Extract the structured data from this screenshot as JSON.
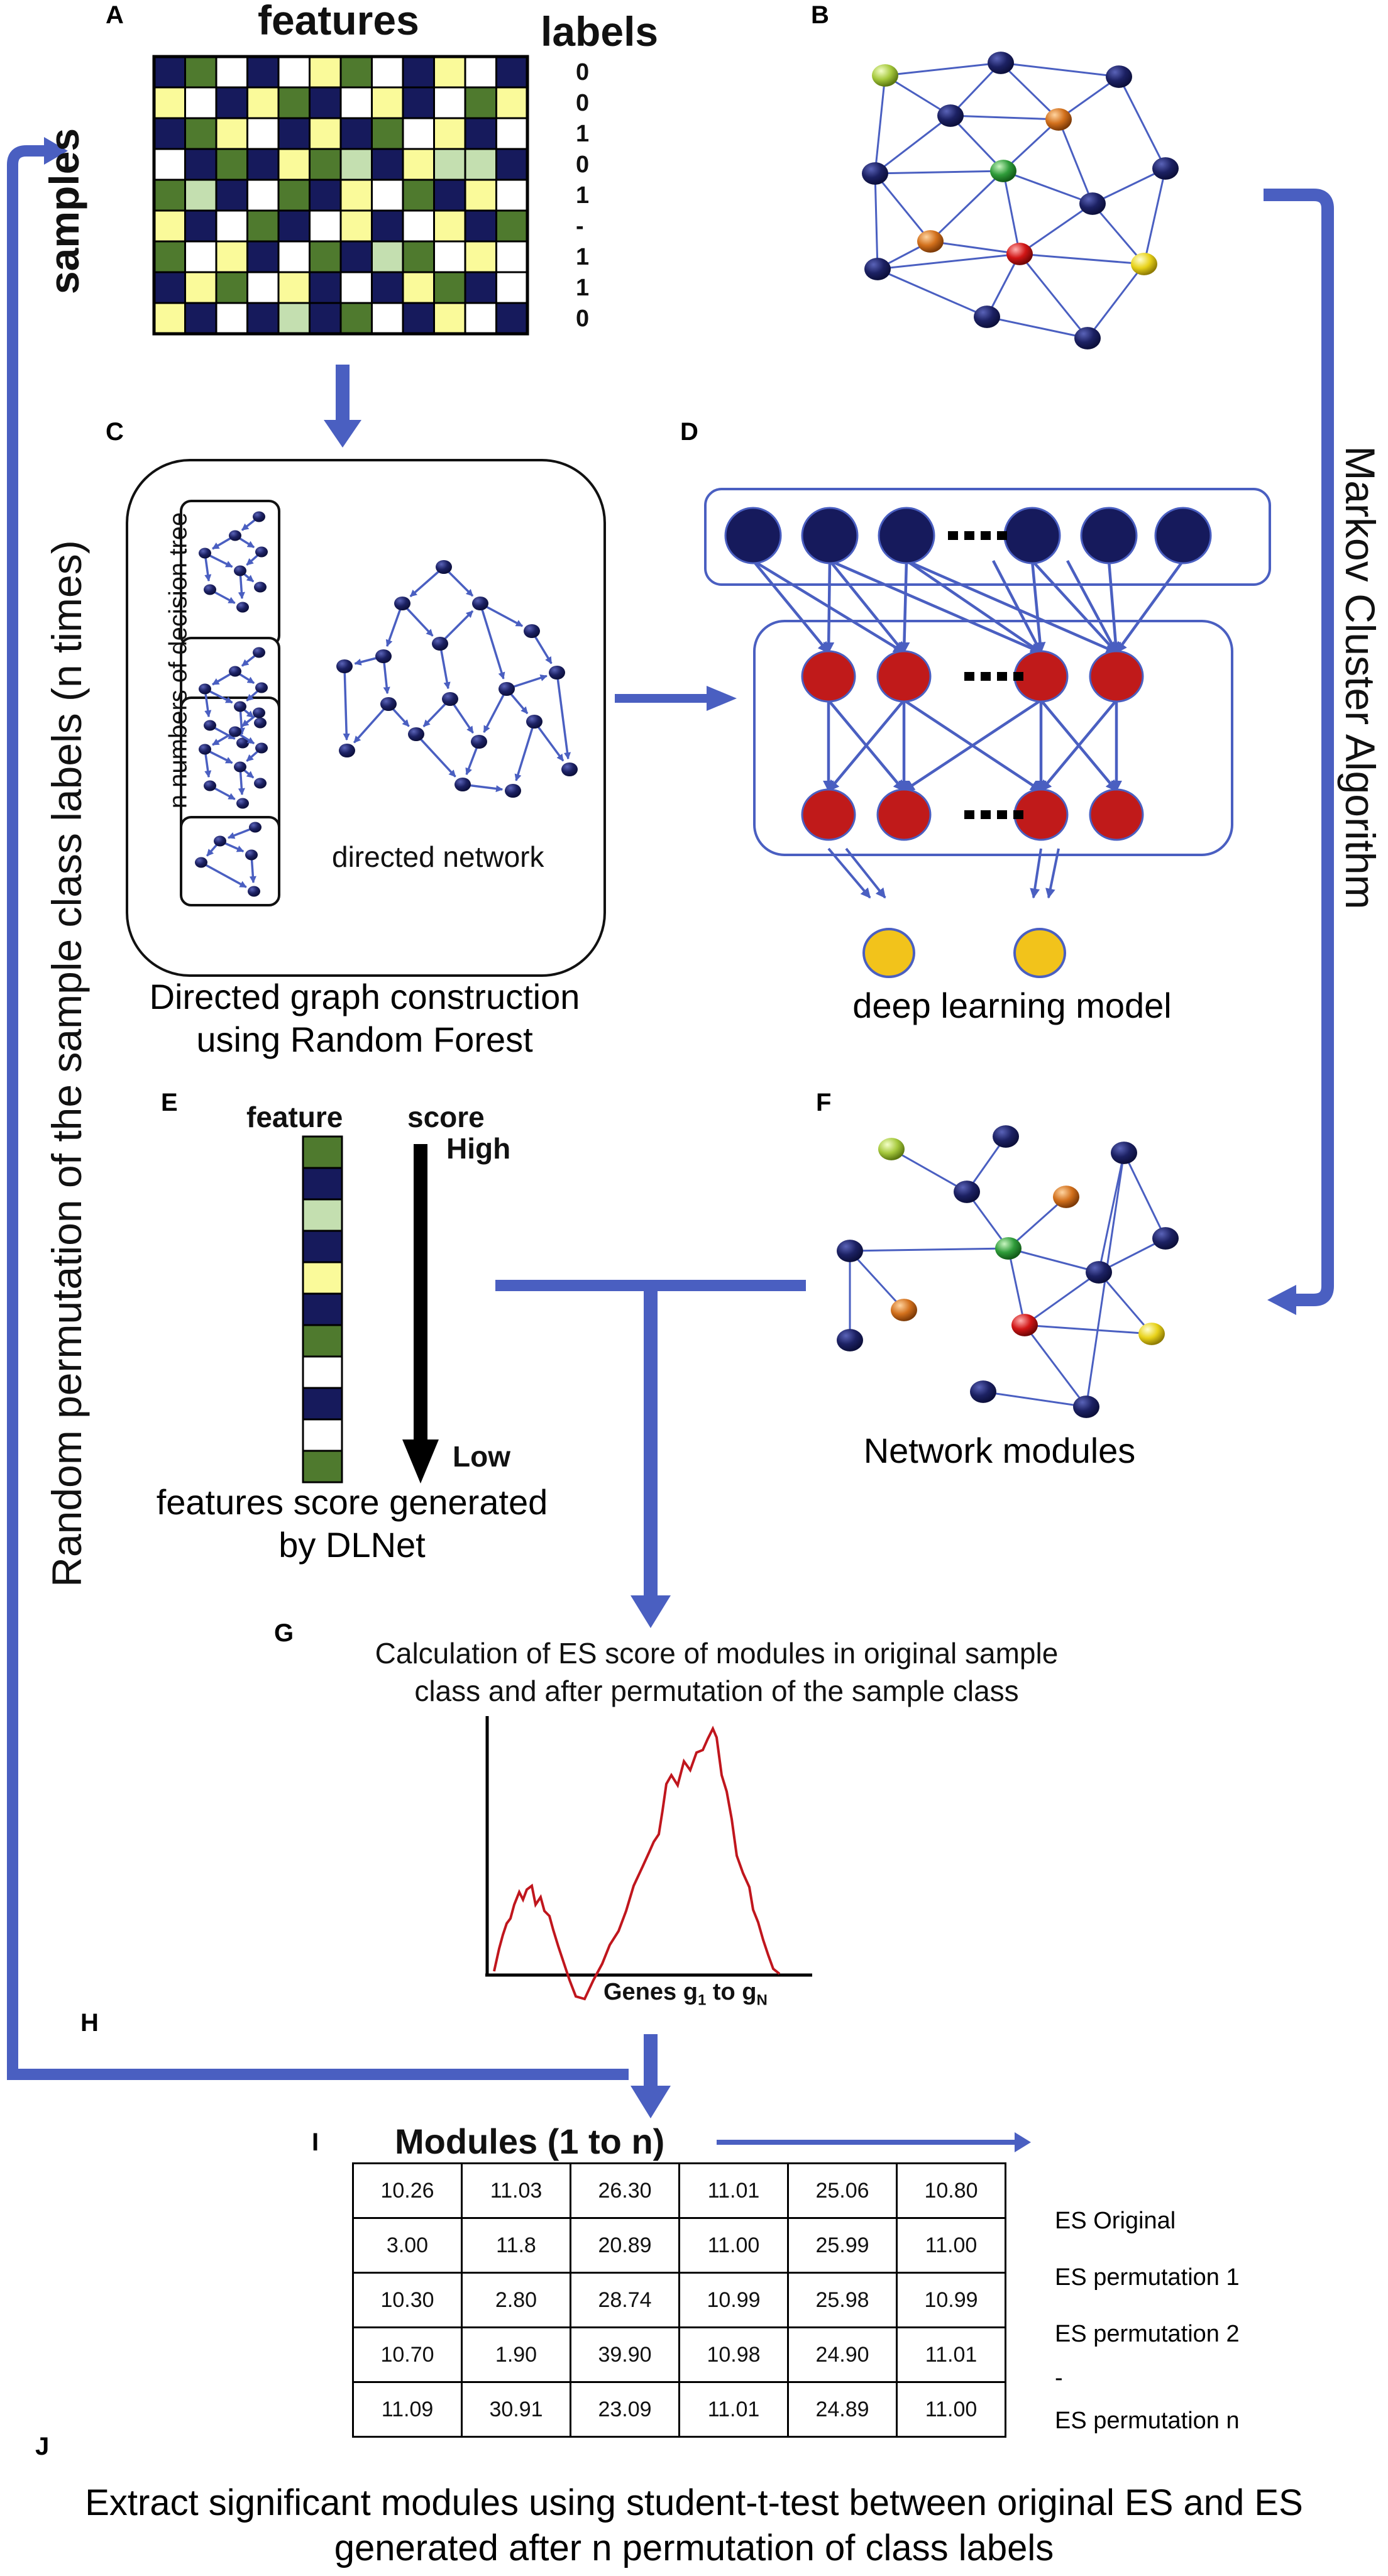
{
  "panels": {
    "a": "A",
    "b": "B",
    "c": "C",
    "d": "D",
    "e": "E",
    "f": "F",
    "g": "G",
    "h": "H",
    "i": "I",
    "j": "J"
  },
  "matrix": {
    "features_label": "features",
    "labels_label": "labels",
    "samples_label": "samples",
    "class_labels": [
      "0",
      "0",
      "1",
      "0",
      "1",
      "-",
      "1",
      "1",
      "0"
    ]
  },
  "random_forest": {
    "tree_label": "n numbers of decision tree",
    "network_label": "directed network",
    "caption_line1": "Directed graph construction",
    "caption_line2": "using Random Forest"
  },
  "deep_learning": {
    "caption": "deep learning model"
  },
  "markov": {
    "label": "Markov Cluster Algorithm"
  },
  "permutation": {
    "label": "Random permutation of the sample class labels (n times)"
  },
  "feature_score": {
    "feature_label": "feature",
    "score_label": "score",
    "high_label": "High",
    "low_label": "Low",
    "caption_line1": "features score generated",
    "caption_line2": "by DLNet"
  },
  "modules": {
    "caption": "Network modules"
  },
  "es_calc": {
    "caption_line1": "Calculation of ES score of modules in original sample",
    "caption_line2": "class and after permutation of the sample class",
    "x_axis_label": "Genes g",
    "x_sub1": "1",
    "x_mid": " to g",
    "x_subN": "N"
  },
  "es_table": {
    "title": "Modules (1 to n)",
    "rows": [
      {
        "label": "ES Original",
        "values": [
          "10.26",
          "11.03",
          "26.30",
          "11.01",
          "25.06",
          "10.80"
        ]
      },
      {
        "label": "ES permutation 1",
        "values": [
          "3.00",
          "11.8",
          "20.89",
          "11.00",
          "25.99",
          "11.00"
        ]
      },
      {
        "label": "ES permutation 2",
        "values": [
          "10.30",
          "2.80",
          "28.74",
          "10.99",
          "25.98",
          "10.99"
        ]
      },
      {
        "label": "-",
        "values": [
          "10.70",
          "1.90",
          "39.90",
          "10.98",
          "24.90",
          "11.01"
        ]
      },
      {
        "label": "ES permutation n",
        "values": [
          "11.09",
          "30.91",
          "23.09",
          "11.01",
          "24.89",
          "11.00"
        ]
      }
    ]
  },
  "final": {
    "line1": "Extract significant modules using student-t-test between original ES and ES",
    "line2": "generated after n permutation of class labels"
  },
  "colors": {
    "arrow_blue": "#4a5fc1",
    "node_navy": "#161a5c",
    "node_red": "#c01a1a",
    "node_yellow": "#f2c31b",
    "cell_green": "#4f7a2e",
    "cell_yellow": "#fafa9a",
    "cell_light_green": "#c4dfb0",
    "curve_red": "#c0161d"
  }
}
